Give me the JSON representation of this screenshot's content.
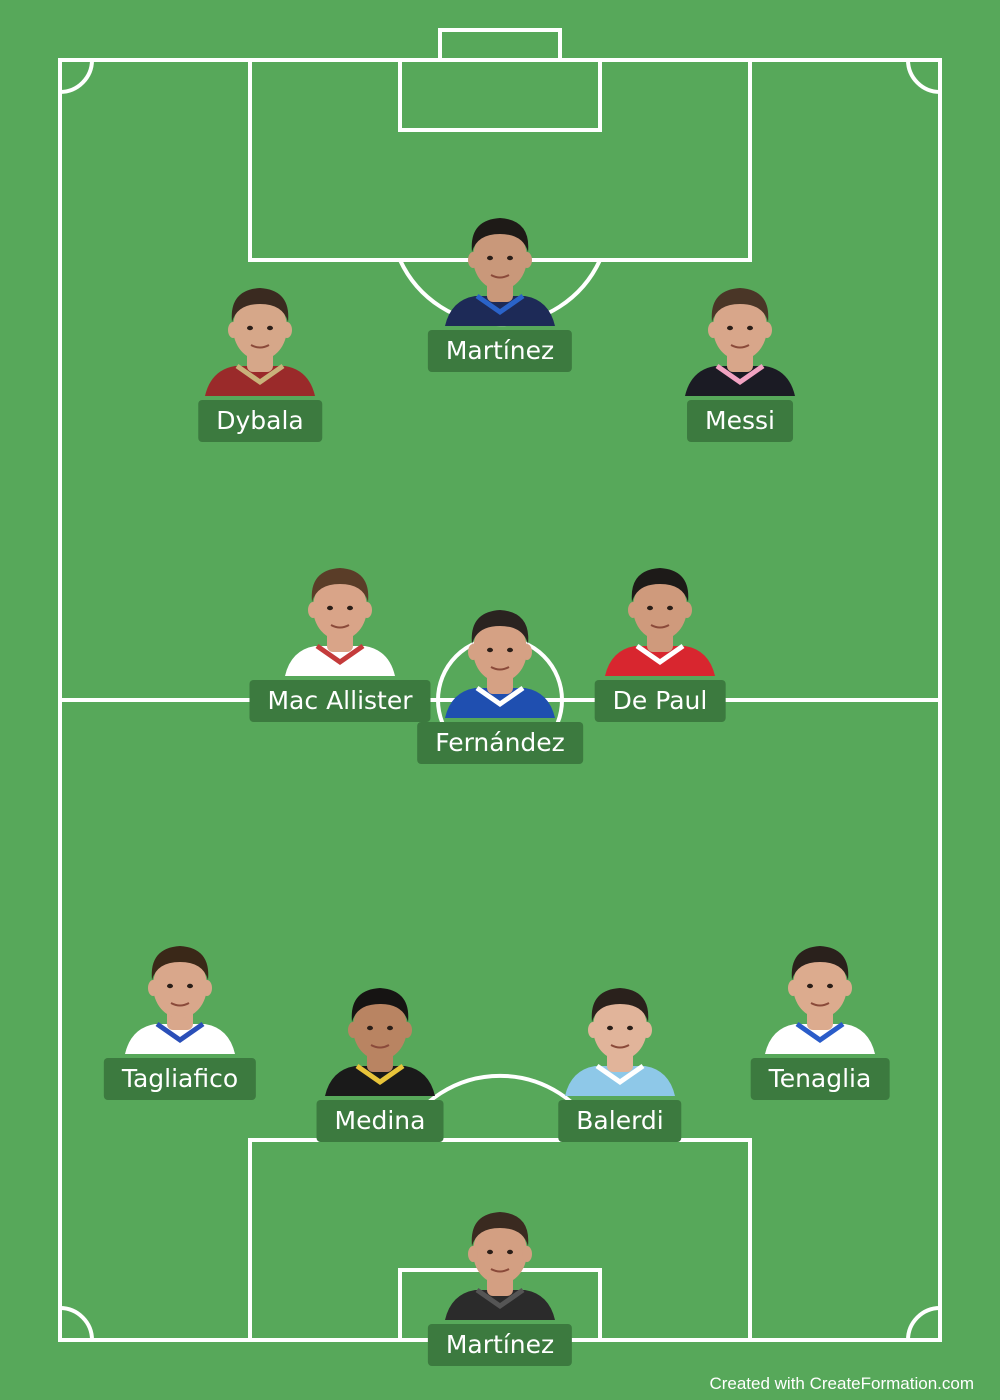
{
  "colors": {
    "pitch": "#57a85a",
    "lines": "#ffffff",
    "name_tag_bg": "#3c7a3f",
    "name_tag_text": "#ffffff"
  },
  "players": [
    {
      "name": "Martínez",
      "shirt": "#1d2a57",
      "trim": "#2a63c9",
      "skin": "#c9987a",
      "hair": "#1e1a17"
    },
    {
      "name": "Dybala",
      "shirt": "#9a2a2a",
      "trim": "#c9b27a",
      "skin": "#d6a789",
      "hair": "#3a2a20"
    },
    {
      "name": "Messi",
      "shirt": "#1b1b24",
      "trim": "#f2a3c2",
      "skin": "#d8a68a",
      "hair": "#4a3627"
    },
    {
      "name": "Mac Allister",
      "shirt": "#ffffff",
      "trim": "#c43b3b",
      "skin": "#d9a488",
      "hair": "#5a3d28"
    },
    {
      "name": "Fernández",
      "shirt": "#1f4fb0",
      "trim": "#ffffff",
      "skin": "#d5a184",
      "hair": "#2a2320"
    },
    {
      "name": "De Paul",
      "shirt": "#d8262f",
      "trim": "#ffffff",
      "skin": "#cf9a7c",
      "hair": "#1d1a18"
    },
    {
      "name": "Tagliafico",
      "shirt": "#ffffff",
      "trim": "#2a4fb8",
      "skin": "#d9a78b",
      "hair": "#3a2818"
    },
    {
      "name": "Medina",
      "shirt": "#1a1a1a",
      "trim": "#e8c43a",
      "skin": "#b98462",
      "hair": "#161413"
    },
    {
      "name": "Balerdi",
      "shirt": "#8ec8e8",
      "trim": "#ffffff",
      "skin": "#e1b49a",
      "hair": "#2a211c"
    },
    {
      "name": "Tenaglia",
      "shirt": "#ffffff",
      "trim": "#2a5cc9",
      "skin": "#dcab8e",
      "hair": "#2a211c"
    },
    {
      "name": "Martínez",
      "shirt": "#2b2b2b",
      "trim": "#555555",
      "skin": "#d39f82",
      "hair": "#3a2a20"
    }
  ],
  "credit": "Created with CreateFormation.com"
}
